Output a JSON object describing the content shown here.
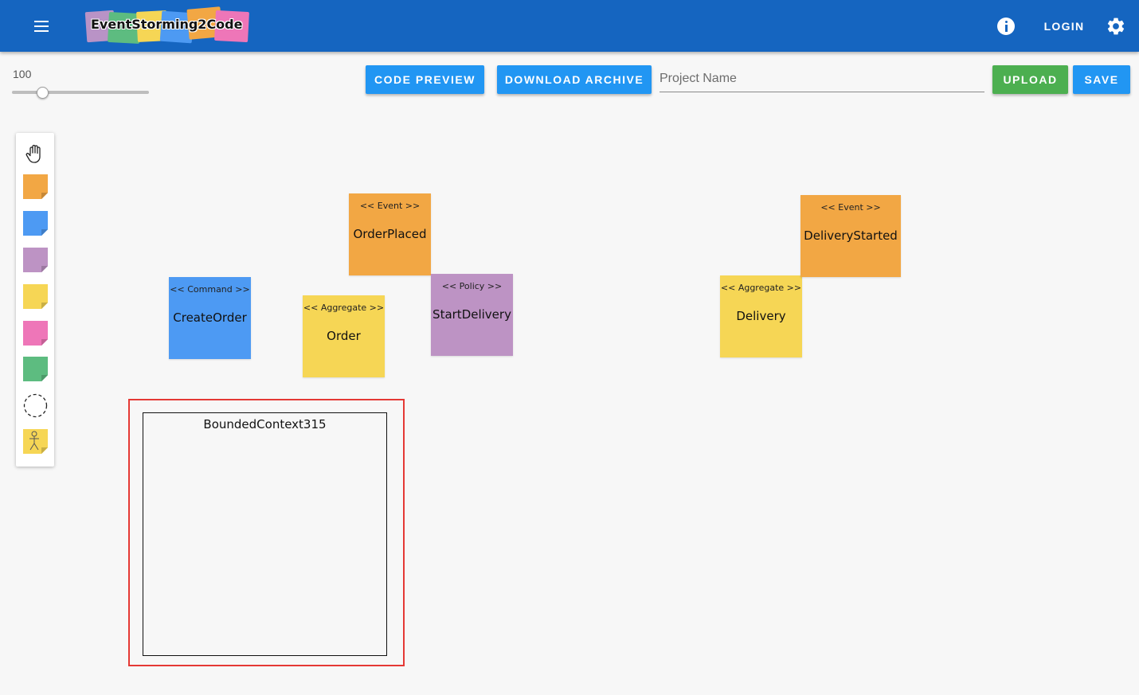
{
  "app": {
    "logo_text": "EventStorming2Code",
    "colors": {
      "appbar": "#1565c0",
      "accent": "#2196f3",
      "success": "#4caf50",
      "selection": "#e53935"
    }
  },
  "header": {
    "login_label": "LOGIN",
    "menu_icon": "menu-icon",
    "info_icon": "info-icon",
    "settings_icon": "gear-icon"
  },
  "toolbar": {
    "zoom_value": "100",
    "code_preview_label": "CODE PREVIEW",
    "download_archive_label": "DOWNLOAD ARCHIVE",
    "project_name_placeholder": "Project Name",
    "project_name_value": "",
    "upload_label": "UPLOAD",
    "save_label": "SAVE"
  },
  "palette": {
    "items": [
      {
        "name": "hand-icon"
      },
      {
        "name": "event-sticky",
        "color": "#f2a744"
      },
      {
        "name": "command-sticky",
        "color": "#4d9af3"
      },
      {
        "name": "policy-sticky",
        "color": "#bd93c4"
      },
      {
        "name": "aggregate-sticky",
        "color": "#f6d655"
      },
      {
        "name": "external-sticky",
        "color": "#ee76b8"
      },
      {
        "name": "readmodel-sticky",
        "color": "#5dbc80"
      },
      {
        "name": "bounded-context-icon"
      },
      {
        "name": "actor-sticky",
        "color": "#f6d655"
      }
    ]
  },
  "canvas": {
    "stickies": [
      {
        "stereotype": "<< Event >>",
        "name": "OrderPlaced",
        "color": "#f2a744"
      },
      {
        "stereotype": "<< Command >>",
        "name": "CreateOrder",
        "color": "#4d9af3"
      },
      {
        "stereotype": "<< Aggregate >>",
        "name": "Order",
        "color": "#f6d655"
      },
      {
        "stereotype": "<< Policy >>",
        "name": "StartDelivery",
        "color": "#bd93c4"
      },
      {
        "stereotype": "<< Aggregate >>",
        "name": "Delivery",
        "color": "#f6d655"
      },
      {
        "stereotype": "<< Event >>",
        "name": "DeliveryStarted",
        "color": "#f2a744"
      }
    ],
    "bounded_context": {
      "name": "BoundedContext315"
    }
  }
}
